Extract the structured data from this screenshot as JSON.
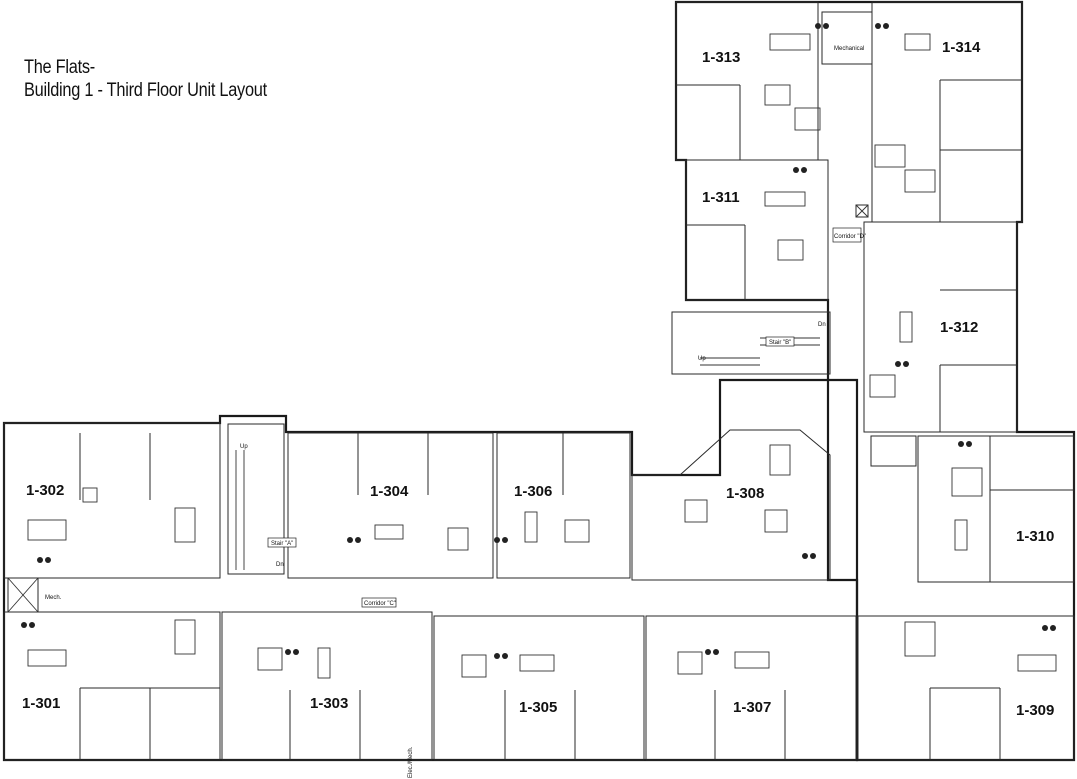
{
  "title_line1": "The Flats-",
  "title_line2": "Building 1 - Third Floor Unit Layout",
  "units": [
    "1-301",
    "1-302",
    "1-303",
    "1-304",
    "1-305",
    "1-306",
    "1-307",
    "1-308",
    "1-309",
    "1-310",
    "1-311",
    "1-312",
    "1-313",
    "1-314"
  ],
  "labels": {
    "mechanical": "Mechanical",
    "corridor_d": "Corridor \"D\"",
    "stair_b": "Stair \"B\"",
    "stair_a": "Stair \"A\"",
    "mech": "Mech.",
    "corridor_c": "Corridor \"C\"",
    "elec_mech": "Elec./Mech.",
    "up": "Up",
    "dn": "Dn"
  }
}
